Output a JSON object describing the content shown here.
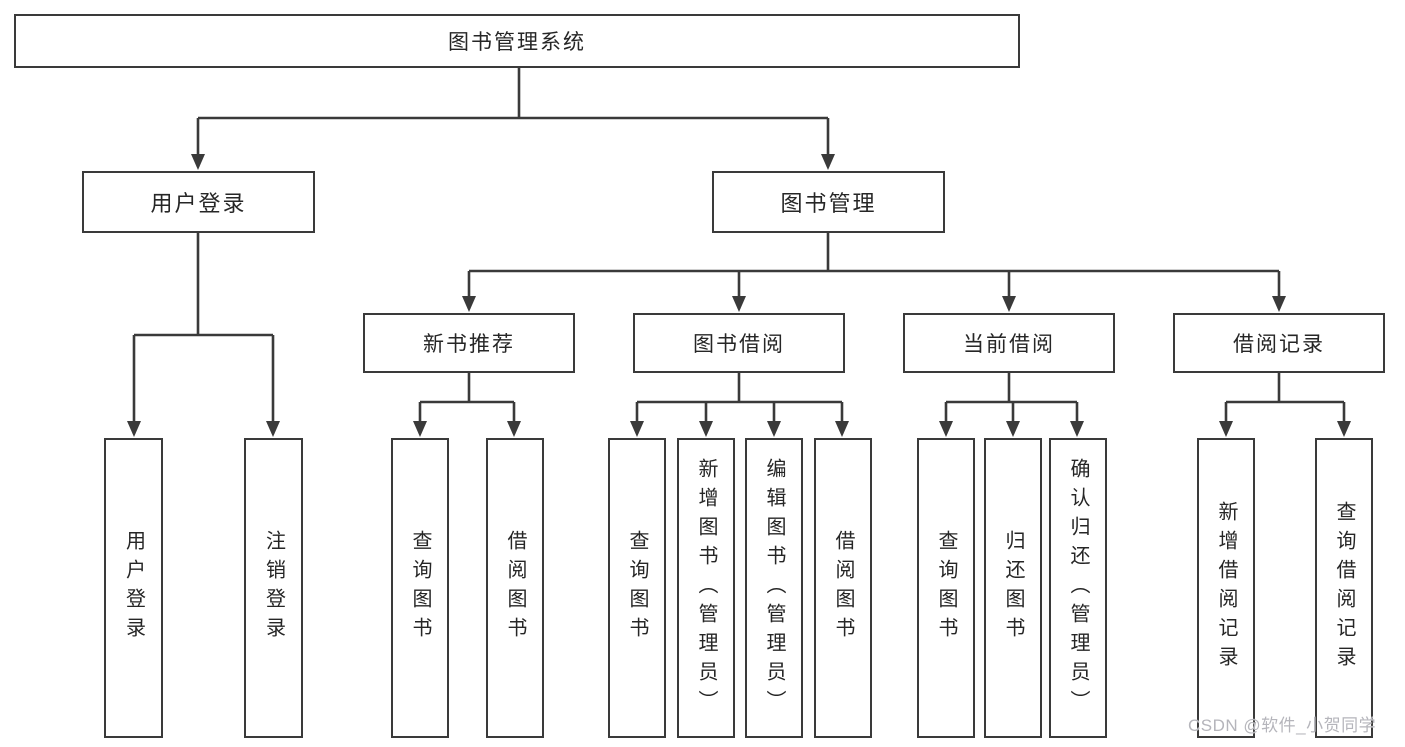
{
  "diagram": {
    "root": {
      "label": "图书管理系统"
    },
    "level2": [
      {
        "label": "用户登录"
      },
      {
        "label": "图书管理"
      }
    ],
    "level3": [
      {
        "label": "新书推荐"
      },
      {
        "label": "图书借阅"
      },
      {
        "label": "当前借阅"
      },
      {
        "label": "借阅记录"
      }
    ],
    "leaves_user": [
      "用户登录",
      "注销登录"
    ],
    "leaves_newbook": [
      "查询图书",
      "借阅图书"
    ],
    "leaves_borrow": [
      "查询图书",
      "新增图书（管理员）",
      "编辑图书（管理员）",
      "借阅图书"
    ],
    "leaves_current": [
      "查询图书",
      "归还图书",
      "确认归还（管理员）"
    ],
    "leaves_records": [
      "新增借阅记录",
      "查询借阅记录"
    ]
  },
  "watermark": {
    "text": "CSDN @软件_小贺同学"
  },
  "colors": {
    "line": "#3a3a3a",
    "text": "#262626",
    "watermark": "#b5b5bb",
    "background": "#ffffff"
  }
}
